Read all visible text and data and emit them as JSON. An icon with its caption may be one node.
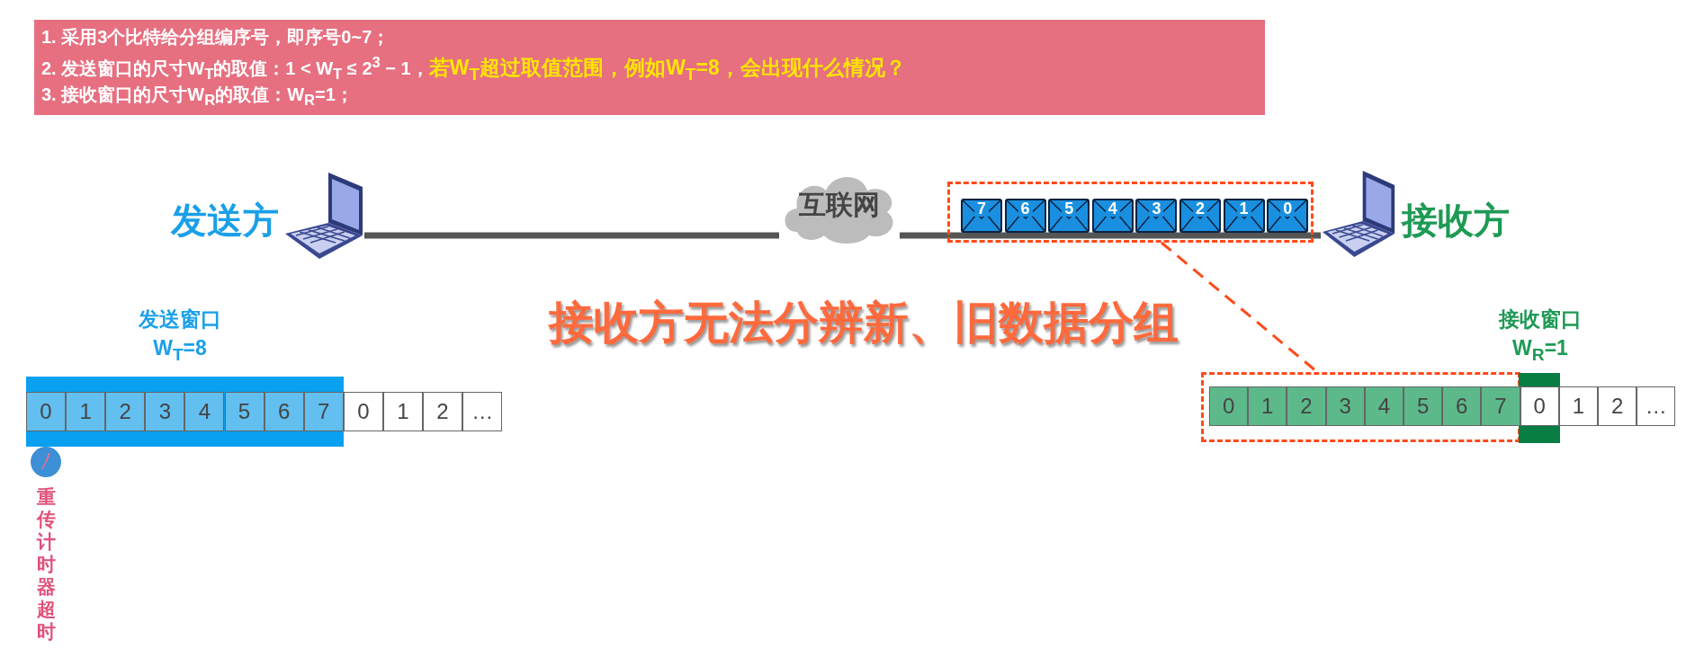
{
  "diagram": {
    "nodes": [
      {
        "text": [
          "1. 采用3个比特给分组编序号，即序号0~7；",
          "2. 发送窗口的尺寸W$_{T}$的取值：1 < W$_{T}$ ≤ 2$^{3}$ − 1，",
          "若W$_{T}$超过取值范围，例如W$_{T}$=8，会出现什么情况？",
          "3. 接收窗口的尺寸W$_{R}$的取值：W$_{R}$=1；"
        ]
      },
      {
        "text": [],
        "shape": "picture",
        "beside": [
          "发送方"
        ]
      },
      {
        "text": [
          "互联网"
        ]
      },
      {
        "text": [],
        "shape": "box"
      },
      {
        "text": [
          "7"
        ],
        "in": 3
      },
      {
        "text": [
          "6"
        ],
        "in": 3
      },
      {
        "text": [
          "5"
        ],
        "in": 3
      },
      {
        "text": [
          "4"
        ],
        "in": 3
      },
      {
        "text": [
          "3"
        ],
        "in": 3
      },
      {
        "text": [
          "2"
        ],
        "in": 3
      },
      {
        "text": [
          "1"
        ],
        "in": 3
      },
      {
        "text": [
          "0"
        ],
        "in": 3
      },
      {
        "text": [],
        "shape": "picture",
        "beside": [
          "接收方"
        ]
      },
      {
        "text": [],
        "shape": "box"
      }
    ],
    "edges": [
      {
        "from": 1,
        "to": 2,
        "arrow": "none"
      },
      {
        "from": 2,
        "to": 12,
        "arrow": "none"
      },
      {
        "from": 3,
        "to": 13,
        "arrow": "none",
        "style": "dashed",
        "color": "#ff4a1a"
      }
    ],
    "labels": [
      "发送窗口",
      "W$_{T}$=8",
      "0",
      "1",
      "2",
      "3",
      "4",
      "5",
      "6",
      "7",
      "0",
      "1",
      "2",
      "…",
      "重传计时器超时",
      "接收方无法分辨新、旧数据分组",
      "接收窗口",
      "W$_{R}$=1",
      "0",
      "1",
      "2",
      "3",
      "4",
      "5",
      "6",
      "7",
      "0",
      "1",
      "2",
      "…"
    ]
  }
}
